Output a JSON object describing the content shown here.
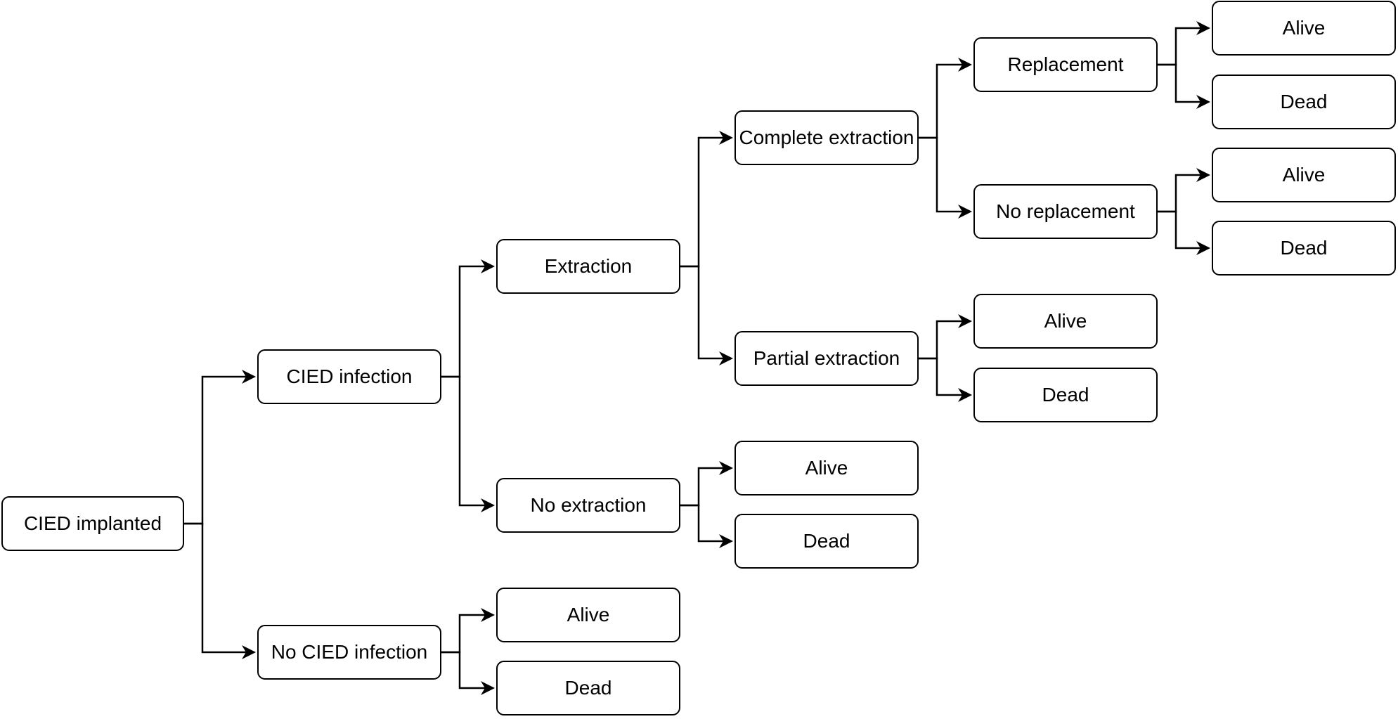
{
  "diagram": {
    "colors": {
      "stroke": "#000000",
      "fill": "#ffffff"
    },
    "nodes": {
      "cied_implanted": "CIED implanted",
      "cied_infection": "CIED infection",
      "no_cied_infection": "No CIED infection",
      "extraction": "Extraction",
      "no_extraction": "No extraction",
      "complete_extraction": "Complete extraction",
      "partial_extraction": "Partial extraction",
      "replacement": "Replacement",
      "no_replacement": "No replacement",
      "replacement_alive": "Alive",
      "replacement_dead": "Dead",
      "no_replacement_alive": "Alive",
      "no_replacement_dead": "Dead",
      "partial_alive": "Alive",
      "partial_dead": "Dead",
      "no_extraction_alive": "Alive",
      "no_extraction_dead": "Dead",
      "no_infection_alive": "Alive",
      "no_infection_dead": "Dead"
    },
    "edges": [
      [
        "cied_implanted",
        "cied_infection"
      ],
      [
        "cied_implanted",
        "no_cied_infection"
      ],
      [
        "cied_infection",
        "extraction"
      ],
      [
        "cied_infection",
        "no_extraction"
      ],
      [
        "no_cied_infection",
        "no_infection_alive"
      ],
      [
        "no_cied_infection",
        "no_infection_dead"
      ],
      [
        "extraction",
        "complete_extraction"
      ],
      [
        "extraction",
        "partial_extraction"
      ],
      [
        "no_extraction",
        "no_extraction_alive"
      ],
      [
        "no_extraction",
        "no_extraction_dead"
      ],
      [
        "complete_extraction",
        "replacement"
      ],
      [
        "complete_extraction",
        "no_replacement"
      ],
      [
        "partial_extraction",
        "partial_alive"
      ],
      [
        "partial_extraction",
        "partial_dead"
      ],
      [
        "replacement",
        "replacement_alive"
      ],
      [
        "replacement",
        "replacement_dead"
      ],
      [
        "no_replacement",
        "no_replacement_alive"
      ],
      [
        "no_replacement",
        "no_replacement_dead"
      ]
    ]
  }
}
